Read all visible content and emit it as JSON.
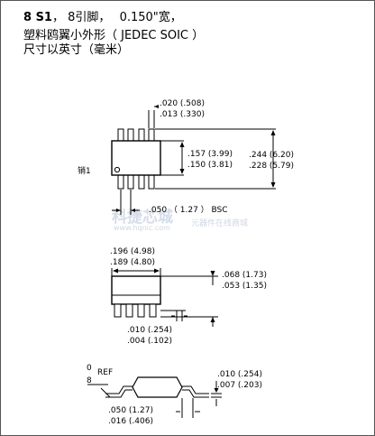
{
  "header": {
    "part": "8 S1",
    "sep": "，",
    "pins": "8引脚，",
    "pitch": "0.150\"宽，",
    "line2": "塑料鸥翼小外形（ JEDEC SOIC ）",
    "line3": "尺寸以英寸（毫米）"
  },
  "top_view": {
    "lead_width_max": ".020 (.508)",
    "lead_width_min": ".013 (.330)",
    "body_width_max": ".157 (3.99)",
    "body_width_min": ".150 (3.81)",
    "overall_width_max": ".244 (6.20)",
    "overall_width_min": ".228 (5.79)",
    "pin1_label": "销1",
    "pitch_label": ".050 （ 1.27 ） BSC"
  },
  "side_view": {
    "length_max": ".196 (4.98)",
    "length_min": ".189 (4.80)",
    "height_max": ".068 (1.73)",
    "height_min": ".053 (1.35)",
    "standoff_max": ".010 (.254)",
    "standoff_min": ".004 (.102)"
  },
  "end_view": {
    "angle_max": "0",
    "angle_min": "8",
    "angle_ref": "REF",
    "thickness_max": ".010 (.254)",
    "thickness_min": ".007 (.203)",
    "foot_max": ".050 (1.27)",
    "foot_min": ".016 (.406)"
  },
  "watermark": {
    "brand": "科捷芯城",
    "url": "www.hqnic.com",
    "tagline": "元器件在线商城"
  }
}
